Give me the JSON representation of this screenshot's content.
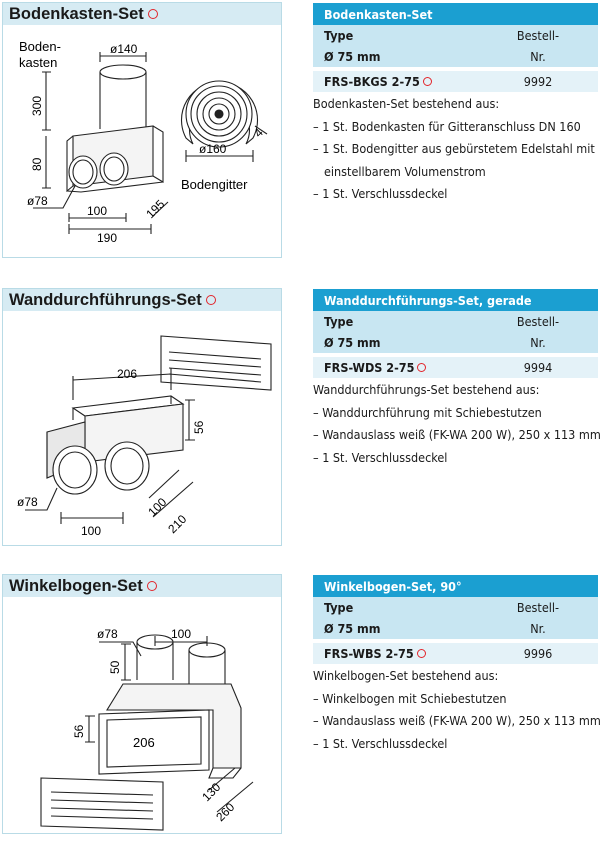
{
  "sections": [
    {
      "heading": "Bodenkasten-Set",
      "diagram": {
        "label_box": "Boden-",
        "label_box2": "kasten",
        "label_grid": "Bodengitter",
        "dims": [
          "ø140",
          "300",
          "80",
          "ø78",
          "100",
          "190",
          "195",
          "ø160",
          "4"
        ]
      },
      "table_title": "Bodenkasten-Set",
      "col_type": "Type",
      "col_size": "Ø 75 mm",
      "col_order": "Bestell-",
      "col_order2": "Nr.",
      "product_code": "FRS-BKGS 2-75",
      "product_no": "9992",
      "description_intro": "Bodenkasten-Set bestehend aus:",
      "items": [
        "– 1 St. Bodenkasten für Gitteranschluss DN 160",
        "– 1 St. Bodengitter aus gebürstetem Edelstahl mit einstellbarem Volumenstrom",
        "– 1 St. Verschlussdeckel"
      ]
    },
    {
      "heading": "Wanddurchführungs-Set",
      "diagram": {
        "dims": [
          "206",
          "56",
          "ø78",
          "100",
          "100",
          "210"
        ]
      },
      "table_title": "Wanddurchführungs-Set, gerade",
      "col_type": "Type",
      "col_size": "Ø 75 mm",
      "col_order": "Bestell-",
      "col_order2": "Nr.",
      "product_code": "FRS-WDS 2-75",
      "product_no": "9994",
      "description_intro": "Wanddurchführungs-Set bestehend aus:",
      "items": [
        "– Wanddurchführung mit Schiebestutzen",
        "– Wandauslass weiß (FK-WA 200 W), 250 x 113 mm",
        "– 1 St. Verschlussdeckel"
      ]
    },
    {
      "heading": "Winkelbogen-Set",
      "diagram": {
        "dims": [
          "ø78",
          "100",
          "50",
          "56",
          "206",
          "130",
          "260"
        ]
      },
      "table_title": "Winkelbogen-Set, 90°",
      "col_type": "Type",
      "col_size": "Ø 75 mm",
      "col_order": "Bestell-",
      "col_order2": "Nr.",
      "product_code": "FRS-WBS 2-75",
      "product_no": "9996",
      "description_intro": "Winkelbogen-Set bestehend aus:",
      "items": [
        "– Winkelbogen mit Schiebestutzen",
        "– Wandauslass weiß (FK-WA 200 W), 250 x 113 mm",
        "– 1 St. Verschlussdeckel"
      ]
    }
  ],
  "colors": {
    "header_blue": "#1b9fd1",
    "panel_head": "#d6ebf3",
    "row_light": "#c8e6f2",
    "marker_red": "#e2252b"
  }
}
